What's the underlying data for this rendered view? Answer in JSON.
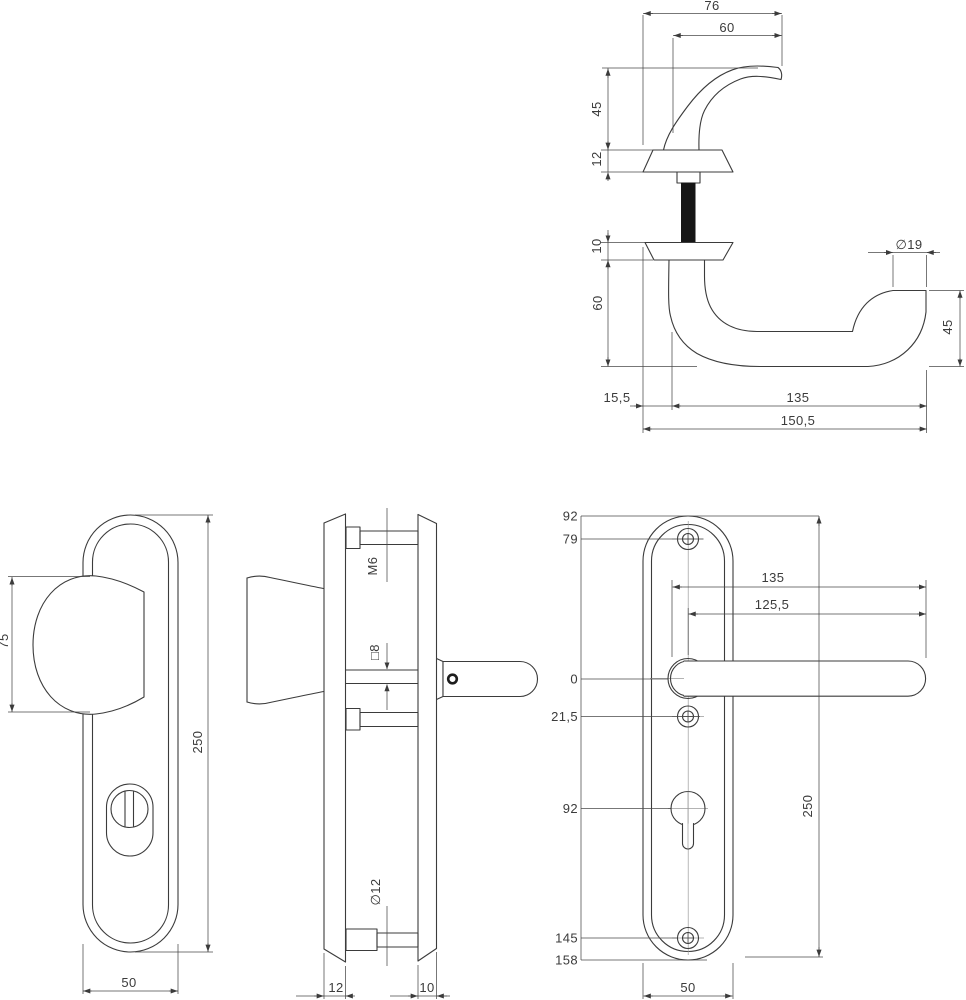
{
  "document": {
    "type": "technical-dimension-drawing",
    "subject": "security door handle set: lever handle pair (top), exterior knob plate, cross-section, interior lever plate",
    "background_color": "#ffffff",
    "line_color": "#3b3b3b"
  },
  "dims": {
    "top": {
      "total_width": "76",
      "grip_width": "60",
      "lever_height": "45",
      "rosette_front_thickness": "12",
      "rosette_back_thickness": "10",
      "handle_depth": "60",
      "neck_offset": "15,5",
      "grip_length": "135",
      "total_length": "150,5",
      "grip_diameter": "∅19",
      "return_height": "45"
    },
    "exterior": {
      "knob_diameter": "75",
      "plate_length": "250",
      "plate_width": "50"
    },
    "section": {
      "top_screw": "M6",
      "spindle": "□8",
      "bottom_screw": "∅12",
      "exterior_plate_thickness": "12",
      "interior_plate_thickness": "10"
    },
    "interior": {
      "plate_top": "92",
      "top_screw": "79",
      "handle_axis": "0",
      "mid_screw": "21,5",
      "cylinder": "92",
      "bottom_screw": "145",
      "plate_bottom": "158",
      "grip_length": "135",
      "grip_center_length": "125,5",
      "plate_length": "250",
      "plate_width": "50"
    }
  }
}
